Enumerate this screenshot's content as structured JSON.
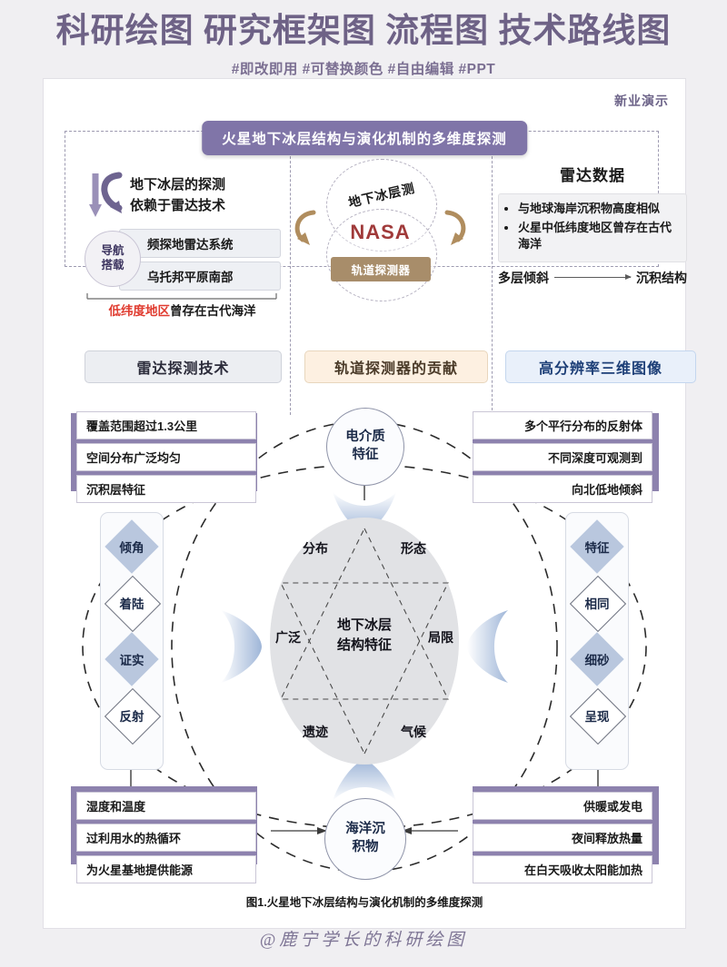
{
  "header": {
    "title": "科研绘图  研究框架图  流程图  技术路线图",
    "tags": "#即改即用 #可替换颜色 #自由编辑 #PPT"
  },
  "card": {
    "brand": "新业演示",
    "banner": "火星地下冰层结构与演化机制的多维度探测"
  },
  "top_left": {
    "line1": "地下冰层的探测",
    "line2": "依赖于雷达技术",
    "circle_line1": "导航",
    "circle_line2": "搭载",
    "bar1": "频探地雷达系统",
    "bar2": "乌托邦平原南部",
    "note_red": "低纬度地区",
    "note_black": "曾存在古代海洋"
  },
  "top_center": {
    "ice_label": "地下冰层测",
    "nasa": "NASA",
    "orbit": "轨道探测器"
  },
  "top_right": {
    "title": "雷达数据",
    "bullets": [
      "与地球海岸沉积物高度相似",
      "火星中低纬度地区曾存在古代海洋"
    ],
    "flow_left": "多层倾斜",
    "flow_right": "沉积结构"
  },
  "pills": {
    "a": "雷达探测技术",
    "b": "轨道探测器的贡献",
    "c": "高分辨率三维图像"
  },
  "diagram": {
    "node_top_line1": "电介质",
    "node_top_line2": "特征",
    "node_bottom_line1": "海洋沉",
    "node_bottom_line2": "积物",
    "box_top_left": [
      "覆盖范围超过1.3公里",
      "空间分布广泛均匀",
      "沉积层特征"
    ],
    "box_top_right": [
      "多个平行分布的反射体",
      "不同深度可观测到",
      "向北低地倾斜"
    ],
    "box_bottom_left": [
      "湿度和温度",
      "过利用水的热循环",
      "为火星基地提供能源"
    ],
    "box_bottom_right": [
      "供暖或发电",
      "夜间释放热量",
      "在白天吸收太阳能加热"
    ],
    "side_left": [
      "倾角",
      "着陆",
      "证实",
      "反射"
    ],
    "side_right": [
      "特征",
      "相同",
      "细砂",
      "呈现"
    ],
    "hex_top_left": "分布",
    "hex_top_right": "形态",
    "hex_left": "广泛",
    "hex_right": "局限",
    "hex_bottom_left": "遗迹",
    "hex_bottom_right": "气候",
    "hex_center_line1": "地下冰层",
    "hex_center_line2": "结构特征"
  },
  "caption": "图1.火星地下冰层结构与演化机制的多维度探测",
  "footer": "@鹿宁学长的科研绘图",
  "colors": {
    "accent_purple": "#8075a8",
    "title_purple": "#6e6286",
    "nasa_red": "#a03a3a",
    "orbit_brown": "#a88d6a",
    "note_red": "#e03b2f",
    "diamond_blue": "#b9c7de"
  }
}
